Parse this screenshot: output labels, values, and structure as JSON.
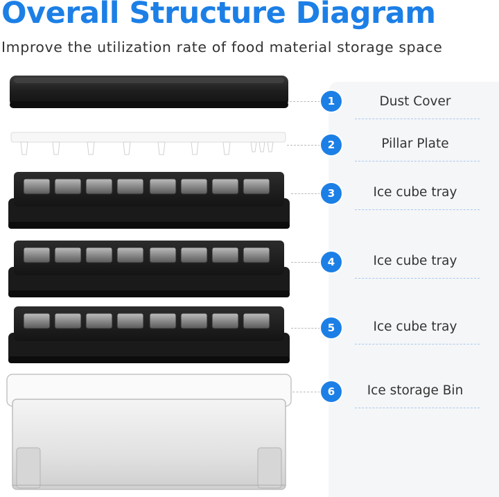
{
  "title": "Overall Structure Diagram",
  "subtitle": "Improve the utilization rate of food material storage space",
  "parts": [
    {
      "number": "1",
      "label": "Dust Cover"
    },
    {
      "number": "2",
      "label": "Pillar Plate"
    },
    {
      "number": "3",
      "label": "Ice cube tray"
    },
    {
      "number": "4",
      "label": "Ice cube tray"
    },
    {
      "number": "5",
      "label": "Ice cube tray"
    },
    {
      "number": "6",
      "label": "Ice storage Bin"
    }
  ],
  "colors": {
    "accent": "#1c7fe6",
    "panel": "#f5f6f8",
    "tray": "#1f1f1f"
  }
}
